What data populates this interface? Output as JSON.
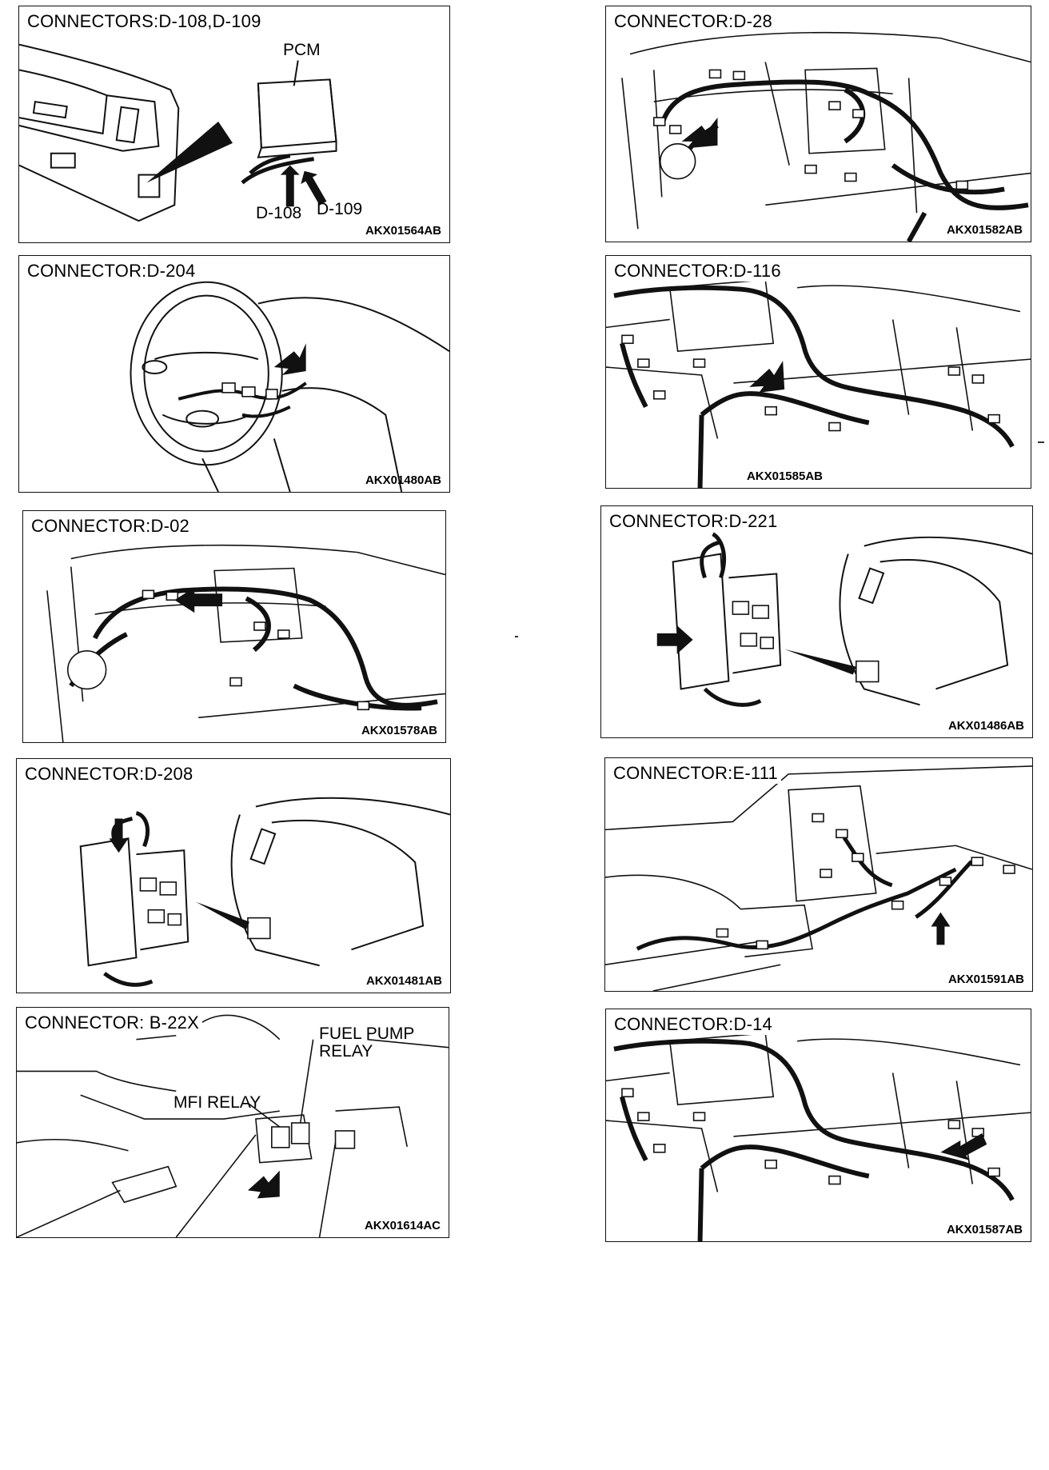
{
  "panels": [
    {
      "title": "CONNECTORS:D-108,D-109",
      "code": "AKX01564AB",
      "labels": {
        "pcm": "PCM",
        "d108": "D-108",
        "d109": "D-109"
      }
    },
    {
      "title": "CONNECTOR:D-28",
      "code": "AKX01582AB"
    },
    {
      "title": "CONNECTOR:D-204",
      "code": "AKX01480AB"
    },
    {
      "title": "CONNECTOR:D-116",
      "code": "AKX01585AB"
    },
    {
      "title": "CONNECTOR:D-02",
      "code": "AKX01578AB"
    },
    {
      "title": "CONNECTOR:D-221",
      "code": "AKX01486AB"
    },
    {
      "title": "CONNECTOR:D-208",
      "code": "AKX01481AB"
    },
    {
      "title": "CONNECTOR:E-111",
      "code": "AKX01591AB"
    },
    {
      "title": "CONNECTOR: B-22X",
      "code": "AKX01614AC",
      "labels": {
        "fuel_pump_relay": "FUEL PUMP\nRELAY",
        "mfi_relay": "MFI RELAY"
      }
    },
    {
      "title": "CONNECTOR:D-14",
      "code": "AKX01587AB"
    }
  ]
}
